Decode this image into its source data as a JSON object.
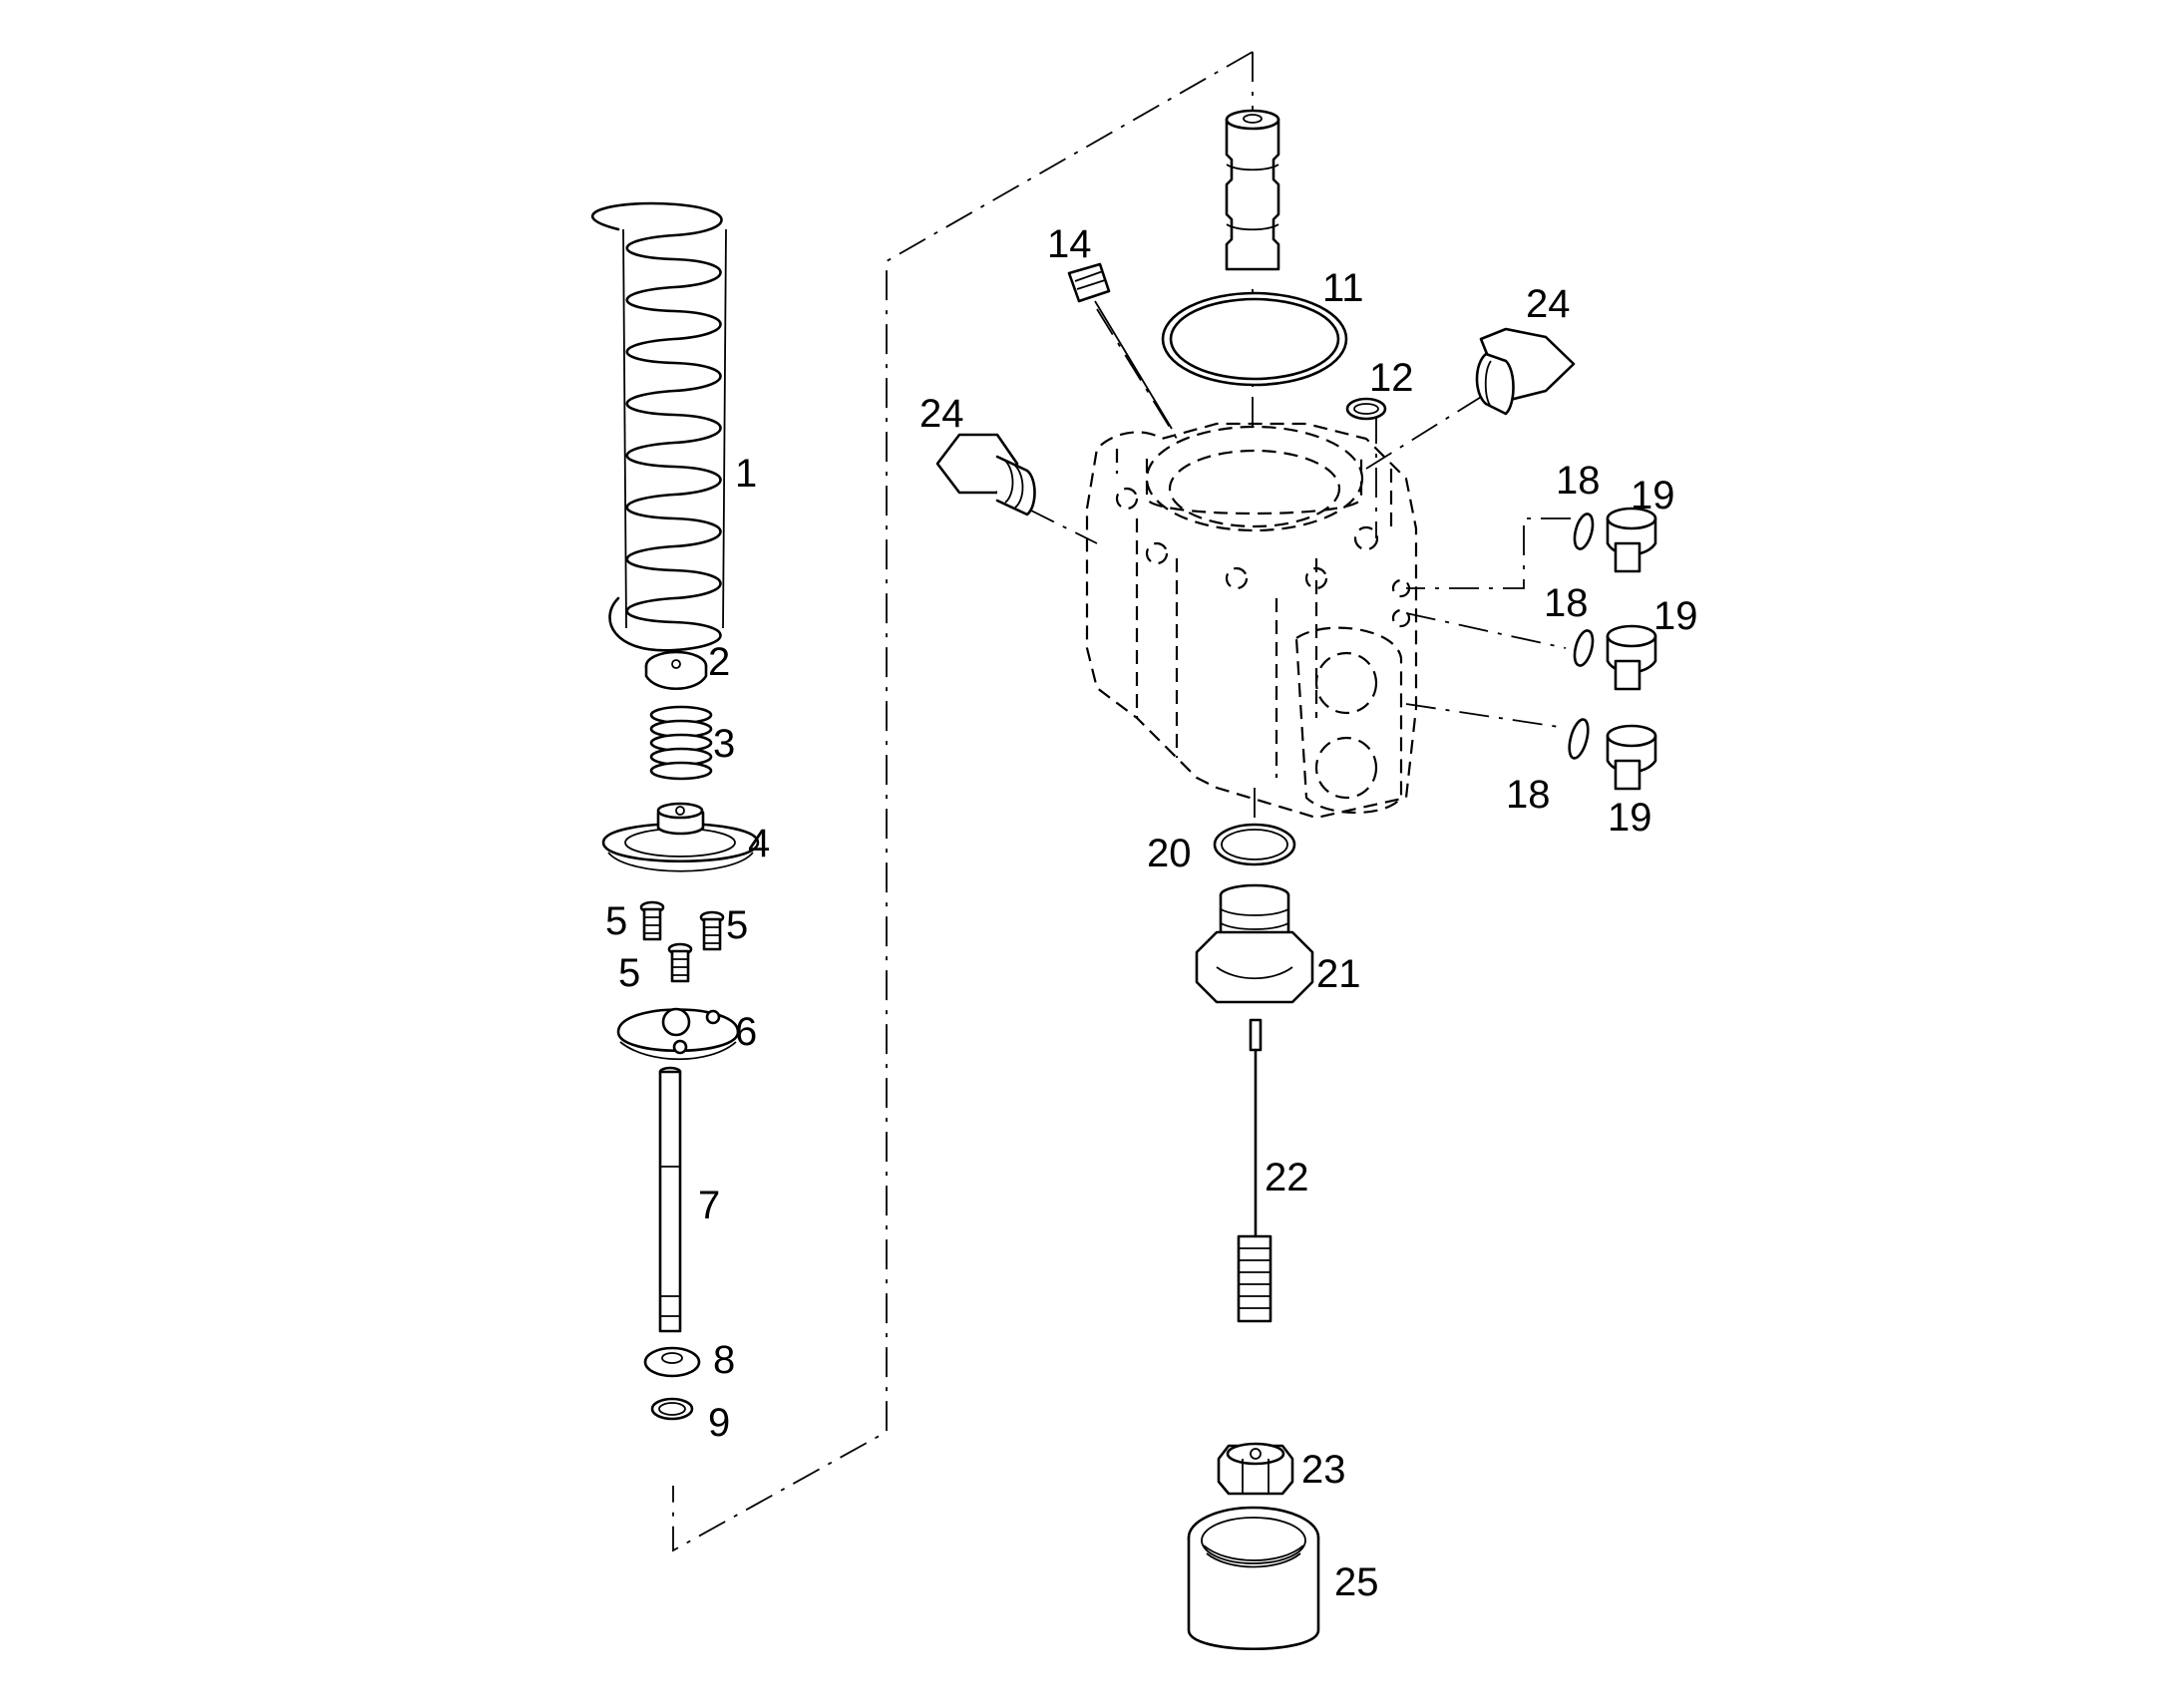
{
  "callouts": {
    "c1": "1",
    "c2": "2",
    "c3": "3",
    "c4": "4",
    "c5a": "5",
    "c5b": "5",
    "c5c": "5",
    "c6": "6",
    "c7": "7",
    "c8": "8",
    "c9": "9",
    "c11": "11",
    "c12": "12",
    "c14": "14",
    "c18a": "18",
    "c18b": "18",
    "c18c": "18",
    "c19a": "19",
    "c19b": "19",
    "c19c": "19",
    "c20": "20",
    "c21": "21",
    "c22": "22",
    "c23": "23",
    "c24a": "24",
    "c24b": "24",
    "c25": "25"
  }
}
